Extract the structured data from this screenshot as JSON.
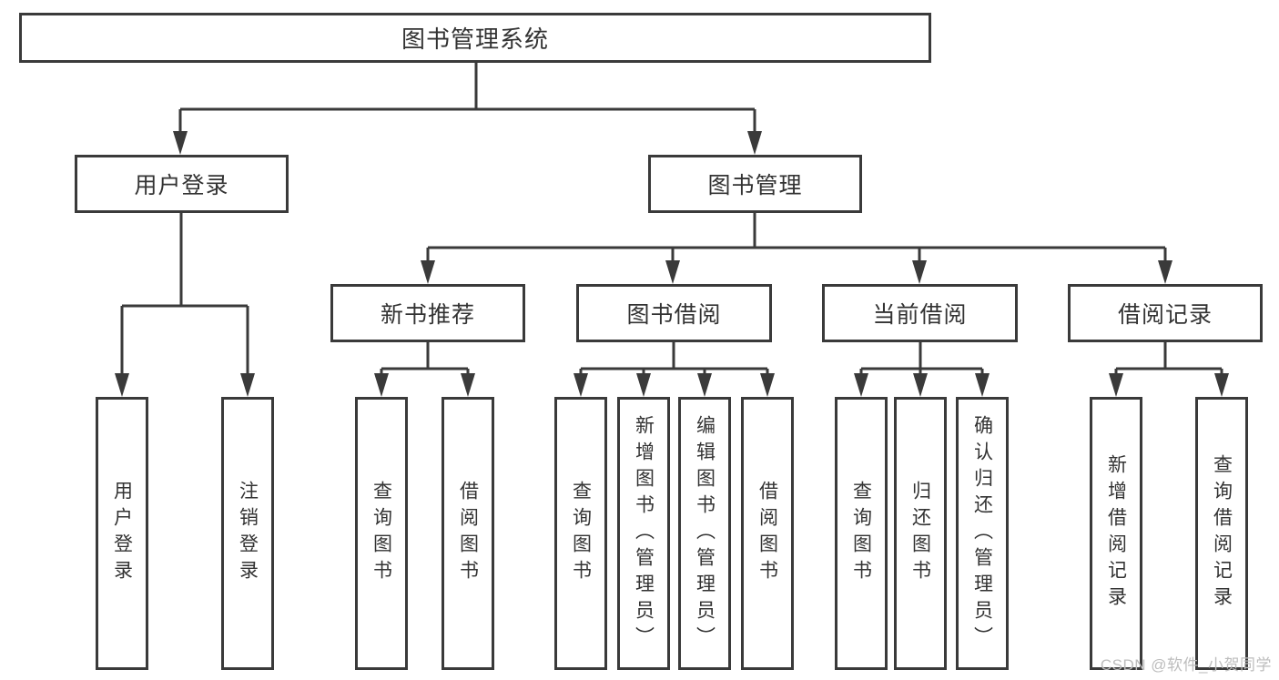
{
  "tree": {
    "root": {
      "label": "图书管理系统"
    },
    "branches": [
      {
        "label": "用户登录",
        "children": [
          {
            "label": "用户登录"
          },
          {
            "label": "注销登录"
          }
        ]
      },
      {
        "label": "图书管理",
        "children": [
          {
            "label": "新书推荐",
            "children": [
              {
                "label": "查询图书"
              },
              {
                "label": "借阅图书"
              }
            ]
          },
          {
            "label": "图书借阅",
            "children": [
              {
                "label": "查询图书"
              },
              {
                "label": "新增图书（管理员）"
              },
              {
                "label": "编辑图书（管理员）"
              },
              {
                "label": "借阅图书"
              }
            ]
          },
          {
            "label": "当前借阅",
            "children": [
              {
                "label": "查询图书"
              },
              {
                "label": "归还图书"
              },
              {
                "label": "确认归还（管理员）"
              }
            ]
          },
          {
            "label": "借阅记录",
            "children": [
              {
                "label": "新增借阅记录"
              },
              {
                "label": "查询借阅记录"
              }
            ]
          }
        ]
      }
    ]
  },
  "watermark": {
    "text": "CSDN @软件_小贺同学"
  },
  "colors": {
    "line": "#3a3a3a",
    "text": "#333333",
    "watermark": "#bdbdbd",
    "background": "#ffffff"
  }
}
